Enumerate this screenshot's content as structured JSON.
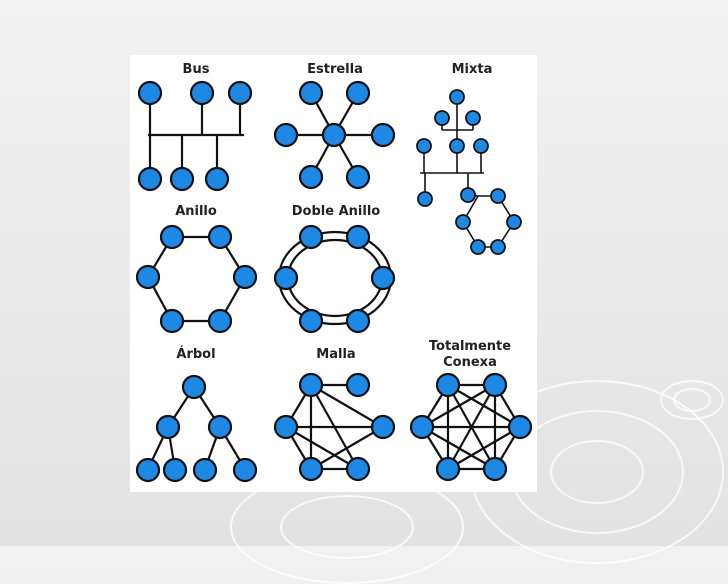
{
  "slide": {
    "background": "#ebebeb",
    "panel_background": "#ffffff",
    "node_color": "#1e88e5",
    "line_color": "#111111"
  },
  "topologies": {
    "bus": "Bus",
    "estrella": "Estrella",
    "mixta": "Mixta",
    "anillo": "Anillo",
    "doble_anillo": "Doble Anillo",
    "arbol": "Árbol",
    "malla": "Malla",
    "totalmente_conexa_line1": "Totalmente",
    "totalmente_conexa_line2": "Conexa"
  }
}
